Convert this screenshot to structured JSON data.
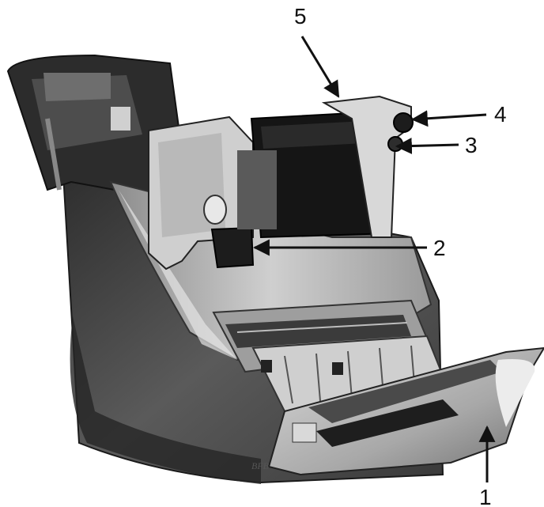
{
  "figure": {
    "callouts": [
      {
        "id": "1",
        "label": "1"
      },
      {
        "id": "2",
        "label": "2"
      },
      {
        "id": "3",
        "label": "3"
      },
      {
        "id": "4",
        "label": "4"
      },
      {
        "id": "5",
        "label": "5"
      }
    ],
    "illustrator_mark": "BFB"
  },
  "colors": {
    "ink": "#111111",
    "body_dark": "#3a3a3a",
    "body_mid": "#7d7d7d",
    "body_light": "#c8c8c8",
    "highlight": "#ececec",
    "ribbon": "#151515"
  }
}
